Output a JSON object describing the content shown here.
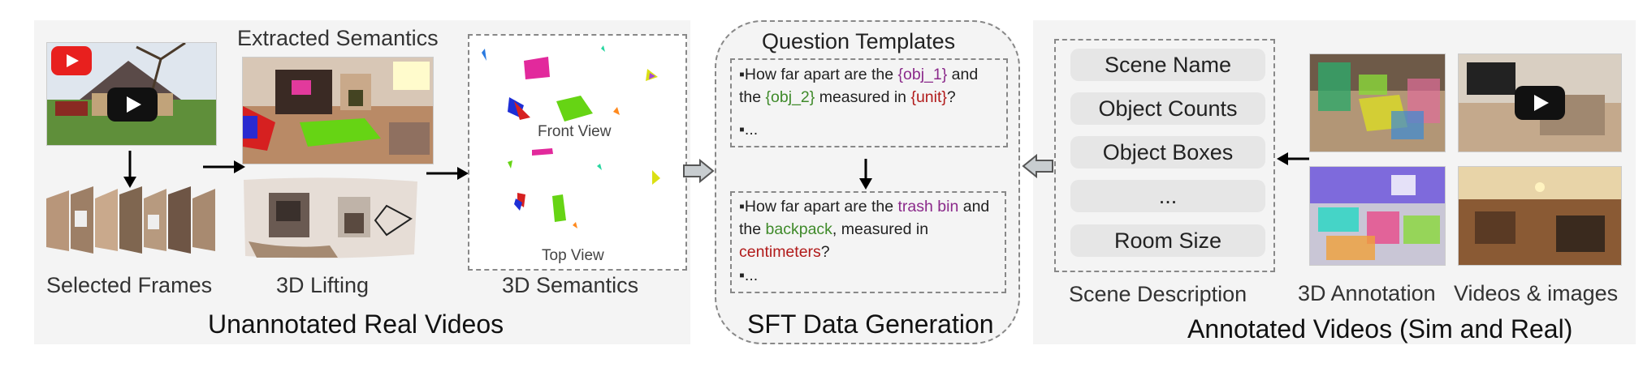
{
  "left_panel": {
    "title": "Unannotated Real Videos",
    "extracted_semantics": "Extracted Semantics",
    "selected_frames": "Selected Frames",
    "lifting": "3D Lifting",
    "semantics": "3D Semantics",
    "front_view": "Front View",
    "top_view": "Top View"
  },
  "middle_panel": {
    "title": "SFT Data Generation",
    "templates_title": "Question Templates",
    "q1": {
      "p1": "How far apart are the ",
      "obj1": "{obj_1}",
      "p2": " and the ",
      "obj2": "{obj_2}",
      "p3": " measured in ",
      "unit": "{unit}",
      "p4": "?"
    },
    "q2": {
      "p1": "How far apart are the ",
      "obj1": "trash bin",
      "p2": " and the ",
      "obj2": "backpack",
      "p3": ", measured in ",
      "unit": "centimeters",
      "p4": "?"
    },
    "ellipsis": "..."
  },
  "right_panel": {
    "title": "Annotated Videos (Sim and Real)",
    "scene_description": "Scene Description",
    "annotation": "3D Annotation",
    "videos": "Videos & images",
    "items": [
      "Scene Name",
      "Object Counts",
      "Object Boxes",
      "...",
      "Room Size"
    ]
  },
  "colors": {
    "purple": "#8b2a8b",
    "green": "#3f8a2a",
    "red": "#b11a1a"
  }
}
